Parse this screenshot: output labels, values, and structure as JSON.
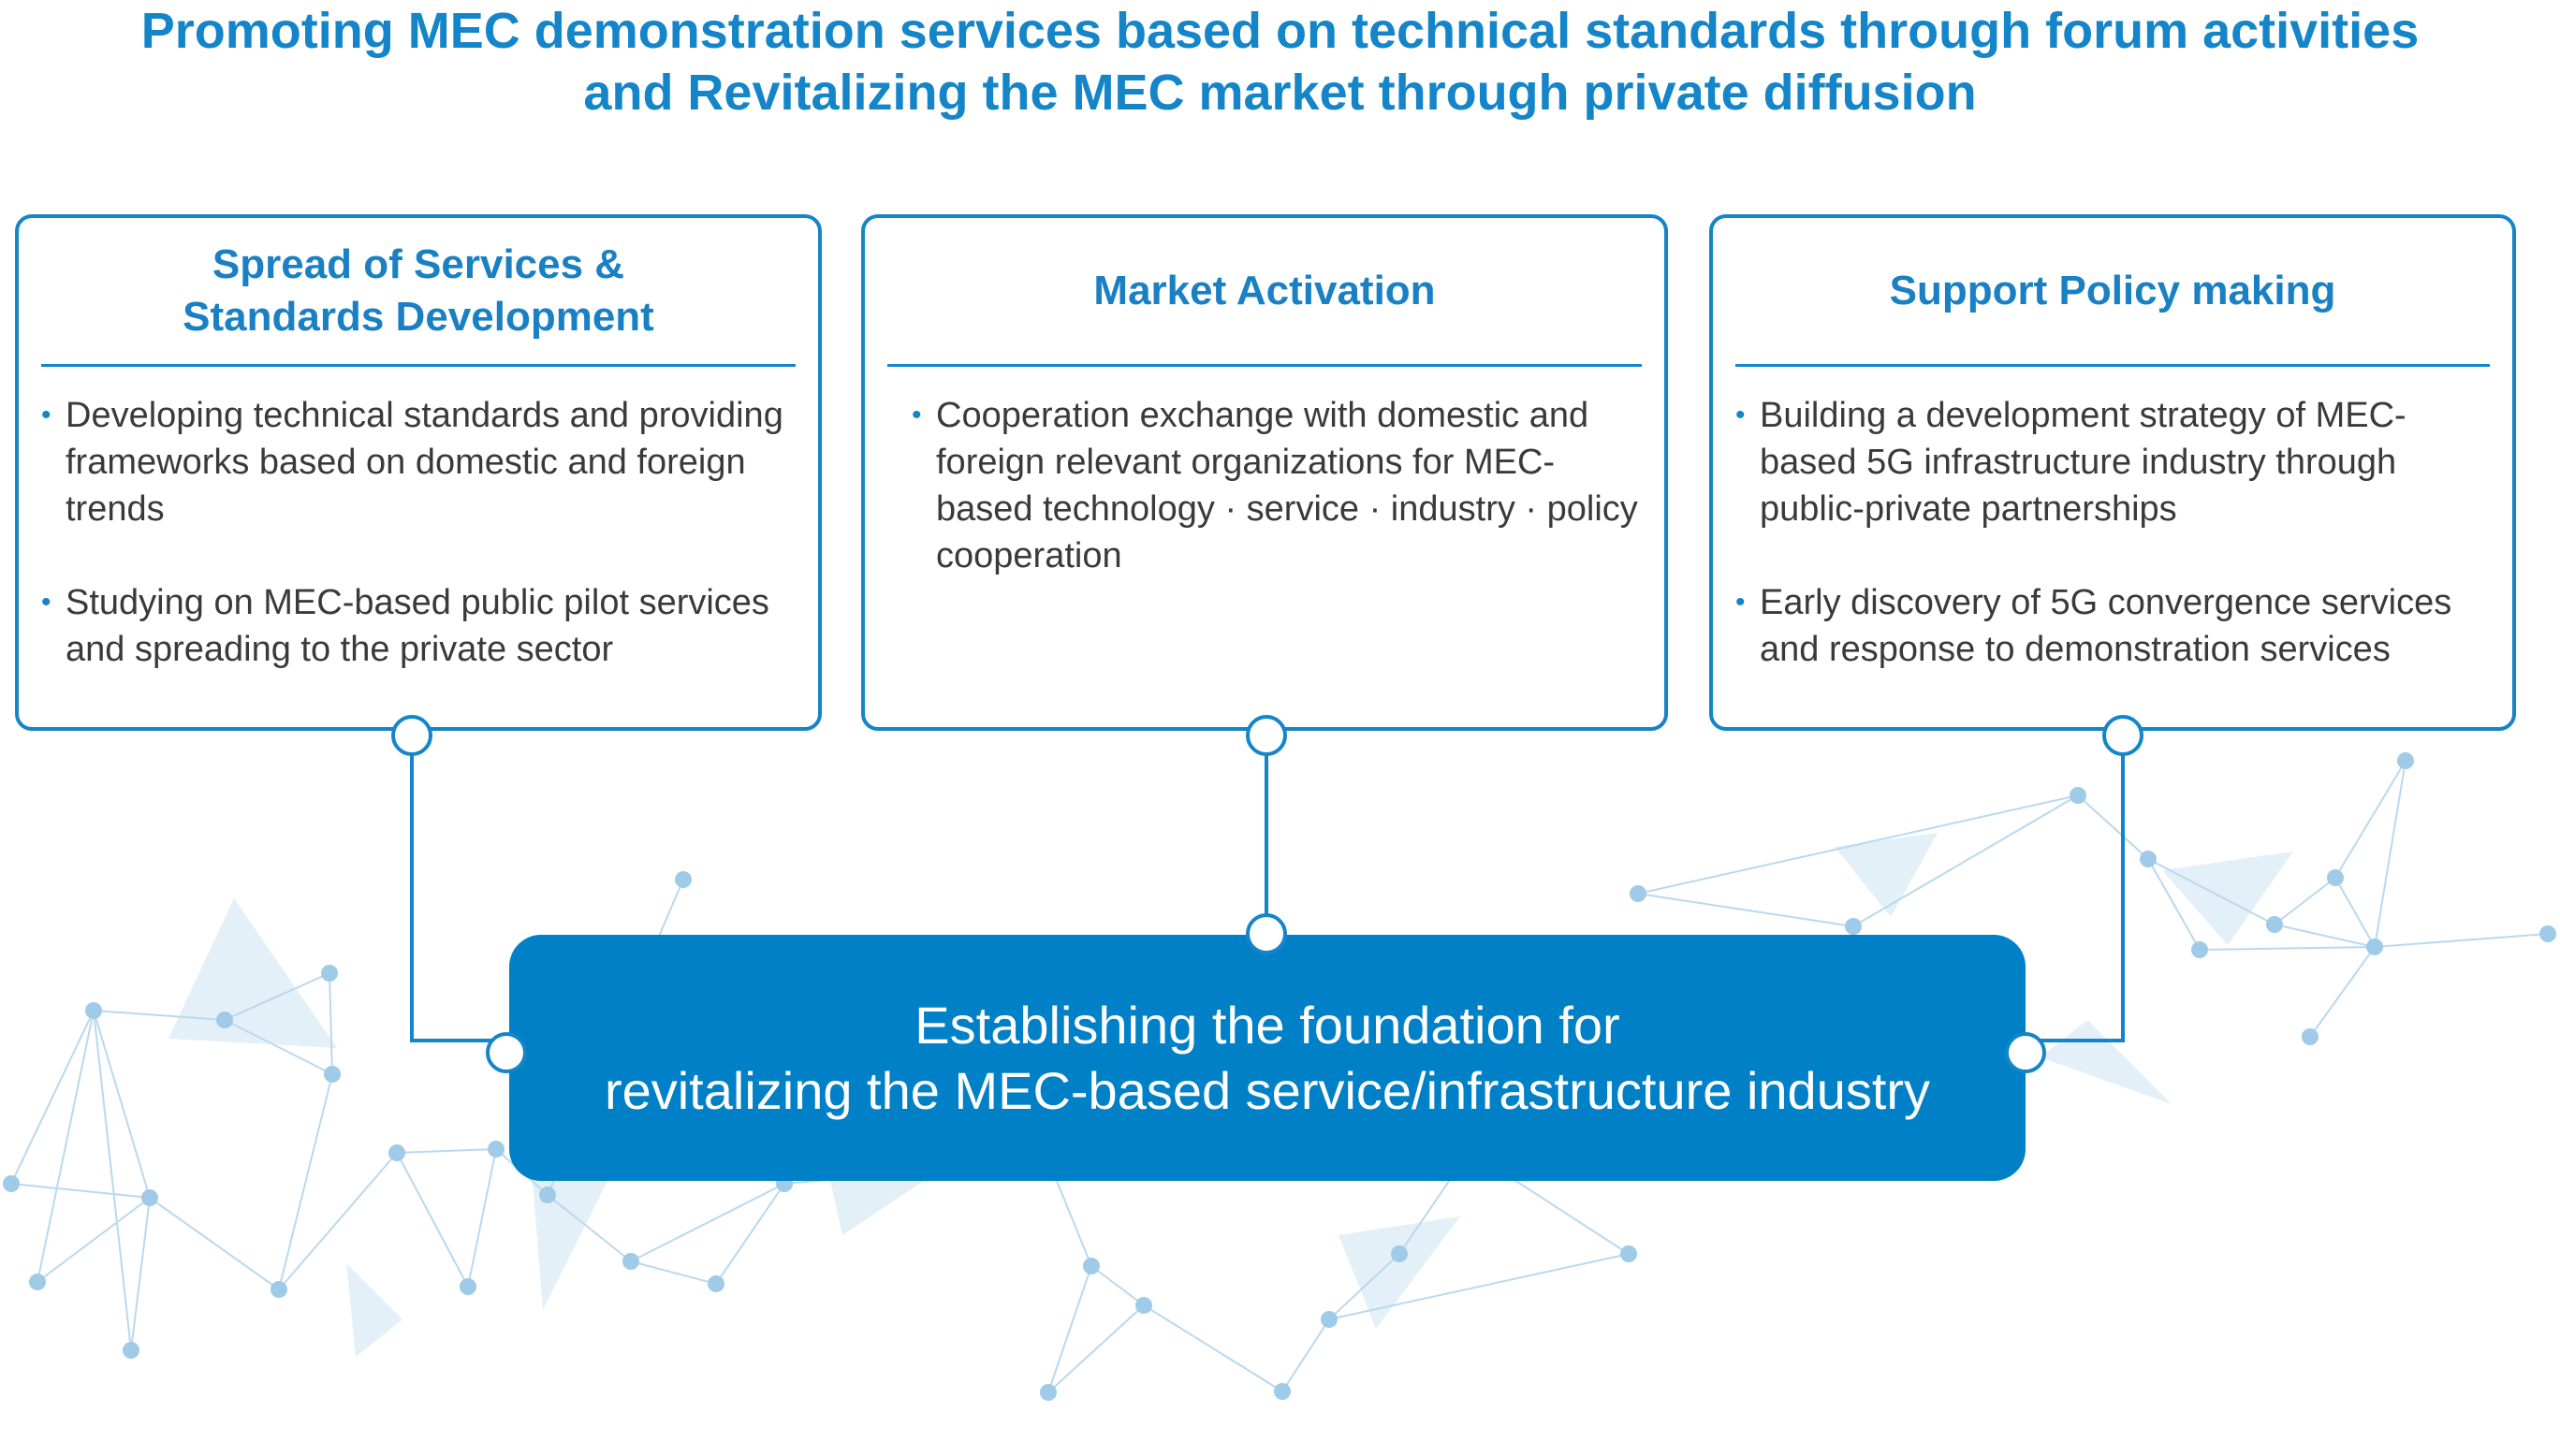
{
  "headline": {
    "line1": "Promoting MEC demonstration services based on technical standards through forum activities",
    "line2": "and Revitalizing the MEC market through private diffusion"
  },
  "cards": [
    {
      "title_line1": "Spread of Services &",
      "title_line2": "Standards Development",
      "items": [
        "Developing technical standards and providing frameworks based on domestic and foreign trends",
        "Studying on MEC-based public pilot services and spreading to the private sector"
      ]
    },
    {
      "title_line1": "Market Activation",
      "title_line2": "",
      "items": [
        "Cooperation exchange with domestic and foreign relevant organizations for MEC-based technology · service · industry · policy cooperation"
      ]
    },
    {
      "title_line1": "Support Policy making",
      "title_line2": "",
      "items": [
        "Building a development strategy of MEC-based 5G infrastructure industry through public-private partnerships",
        "Early discovery of 5G convergence services and response to demonstration services"
      ]
    }
  ],
  "core": {
    "line1": "Establishing the foundation for",
    "line2": "revitalizing the MEC-based service/infrastructure industry"
  },
  "colors": {
    "accent": "#1485c9",
    "core_fill": "#0080c6",
    "network": "#b9d9ee"
  }
}
